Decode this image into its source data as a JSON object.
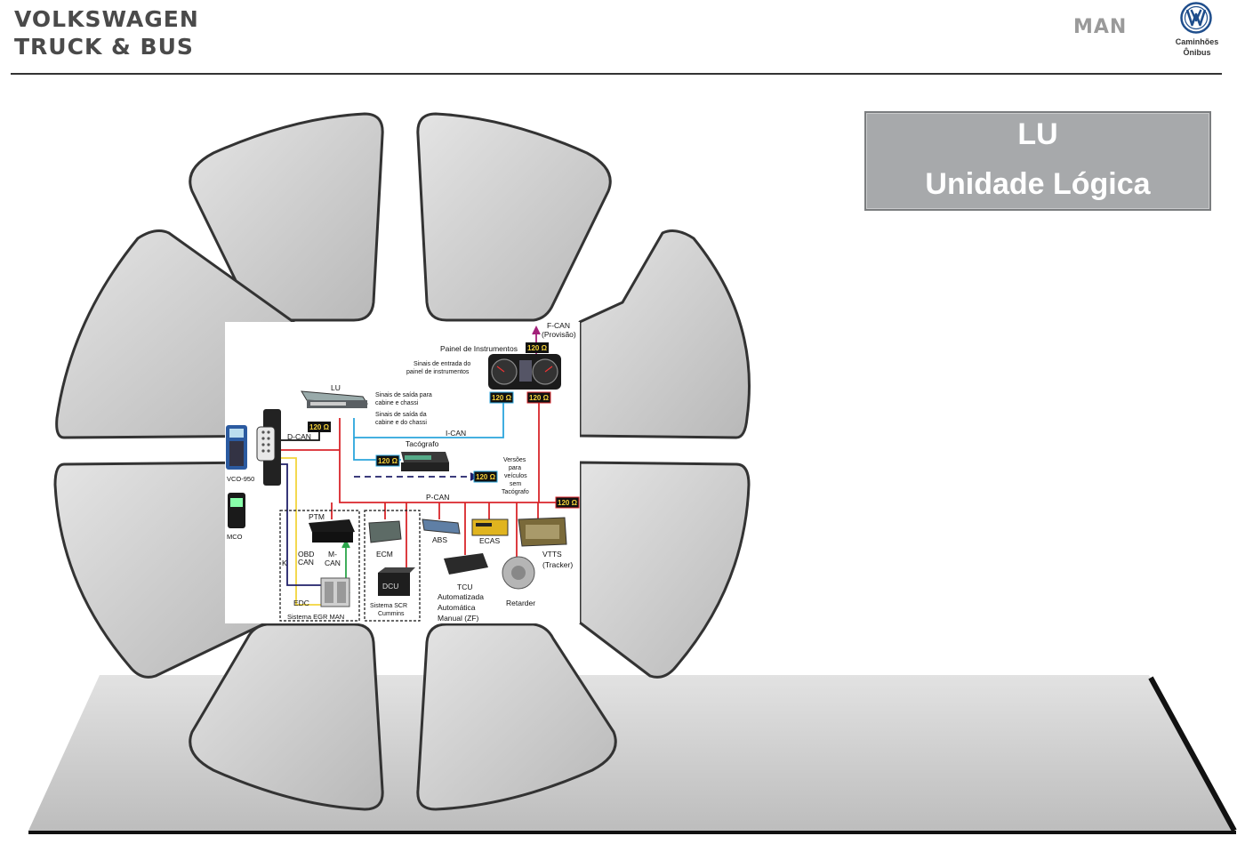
{
  "header": {
    "brand_line1": "VOLKSWAGEN",
    "brand_line2": "TRUCK & BUS",
    "man_logo": "MAN",
    "vw_sub_line1": "Caminhões",
    "vw_sub_line2": "Ônibus"
  },
  "title_box": {
    "line1": "LU",
    "line2": "Unidade Lógica"
  },
  "diagram": {
    "fcan": "F-CAN",
    "fcan_sub": "(Provisão)",
    "painel": "Painel de Instrumentos",
    "painel_in1": "Sinais de entrada do",
    "painel_in2": "painel de instrumentos",
    "lu": "LU",
    "lu_out1": "Sinais de saída para",
    "lu_out2": "cabine e chassi",
    "lu_in1": "Sinais de saída da",
    "lu_in2": "cabine e do chassi",
    "dcan": "D-CAN",
    "ican": "I-CAN",
    "tacografo": "Tacógrafo",
    "versoes": [
      "Versões",
      "para",
      "veículos",
      "sem",
      "Tacógrafo"
    ],
    "pcan": "P-CAN",
    "resistor": "120 Ω",
    "vco": "VCO-950",
    "mco": "MCO",
    "ptm": "PTM",
    "obd_can": [
      "OBD",
      "CAN"
    ],
    "m_can": [
      "M-",
      "CAN"
    ],
    "k": "K",
    "edc": "EDC",
    "egr": "Sistema EGR MAN",
    "ecm": "ECM",
    "dcu": "DCU",
    "scr": [
      "Sistema SCR",
      "Cummins"
    ],
    "abs": "ABS",
    "ecas": "ECAS",
    "vtts": [
      "VTTS",
      "(Tracker)"
    ],
    "tcu": [
      "TCU",
      "Automatizada",
      "Automática",
      "Manual (ZF)"
    ],
    "retarder": "Retarder"
  },
  "colors": {
    "header_text": "#4a4a4a",
    "petal_fill": "#c9c9c9",
    "petal_stroke": "#3a3a3a",
    "title_box_bg": "#a7a9ab",
    "title_text": "#ffffff",
    "can_red": "#d9262b",
    "can_blue": "#2ba5dc",
    "can_navy": "#20206a",
    "can_yellow": "#f2d53c",
    "can_green": "#2aa54a",
    "fcan_purple": "#a3217a"
  }
}
